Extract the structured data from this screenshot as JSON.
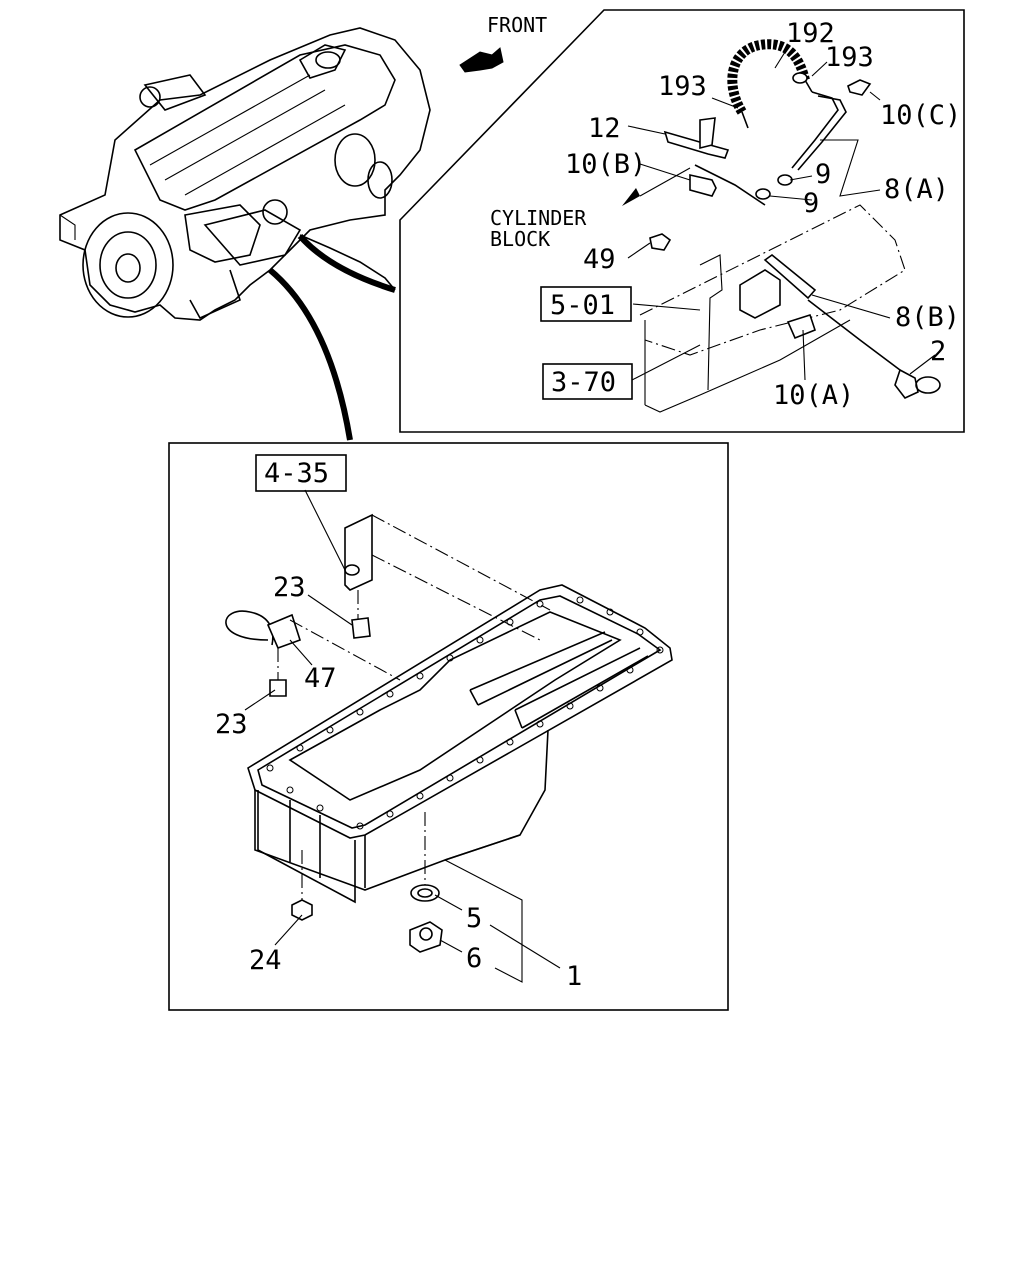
{
  "orientation_label": "FRONT",
  "cylinder_block_label_line1": "CYLINDER",
  "cylinder_block_label_line2": "BLOCK",
  "upper_inset": {
    "callouts": {
      "p192": "192",
      "p193_right": "193",
      "p193_left": "193",
      "p10c": "10(C)",
      "p12": "12",
      "p10b": "10(B)",
      "p9_upper": "9",
      "p9_lower": "9",
      "p8a": "8(A)",
      "p49": "49",
      "p8b": "8(B)",
      "p2": "2",
      "p10a": "10(A)"
    },
    "references": {
      "ref_5_01": "5-01",
      "ref_3_70": "3-70"
    }
  },
  "lower_inset": {
    "callouts": {
      "p23_upper": "23",
      "p47": "47",
      "p23_lower": "23",
      "p24": "24",
      "p5": "5",
      "p6": "6",
      "p1": "1"
    },
    "references": {
      "ref_4_35": "4-35"
    }
  }
}
